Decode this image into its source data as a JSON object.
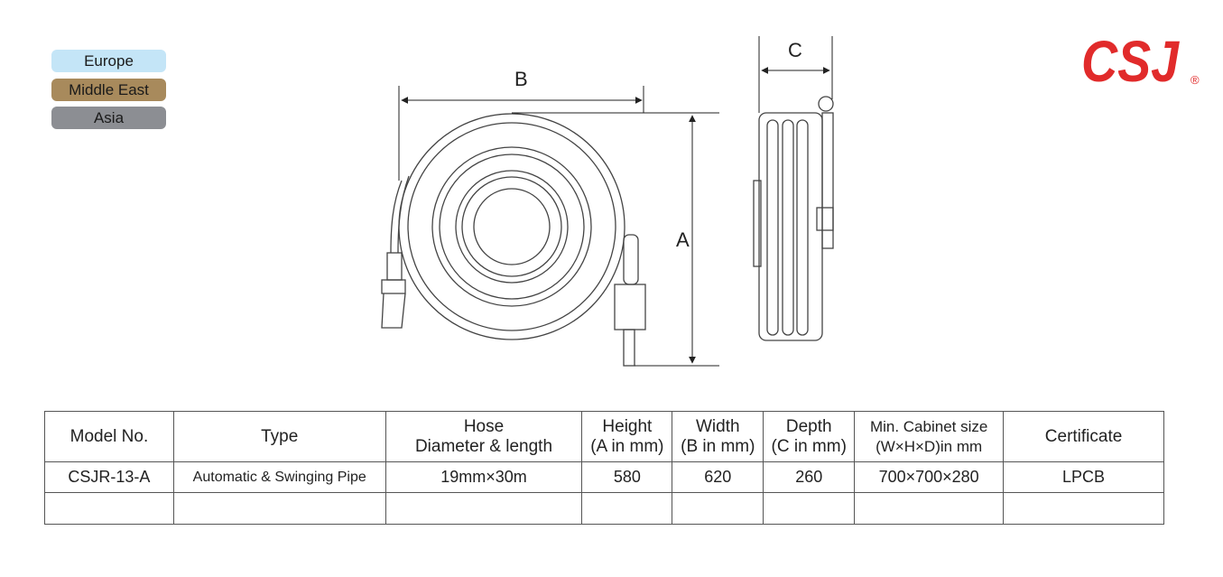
{
  "regions": [
    {
      "label": "Europe",
      "color": "#c4e5f7"
    },
    {
      "label": "Middle East",
      "color": "#a88a5c"
    },
    {
      "label": "Asia",
      "color": "#8c8e93"
    }
  ],
  "brand": {
    "logo_text": "CSJ",
    "registered": "®",
    "color": "#e12b2b"
  },
  "drawing": {
    "label_a": "A",
    "label_b": "B",
    "label_c": "C"
  },
  "table": {
    "headers": [
      {
        "line1": "Model No.",
        "line2": ""
      },
      {
        "line1": "Type",
        "line2": ""
      },
      {
        "line1": "Hose",
        "line2": "Diameter & length"
      },
      {
        "line1": "Height",
        "line2": "(A in mm)"
      },
      {
        "line1": "Width",
        "line2": "(B in mm)"
      },
      {
        "line1": "Depth",
        "line2": "(C in mm)"
      },
      {
        "line1": "Min. Cabinet size",
        "line2": "(W×H×D)in mm"
      },
      {
        "line1": "Certificate",
        "line2": ""
      }
    ],
    "rows": [
      [
        "CSJR-13-A",
        "Automatic & Swinging Pipe",
        "19mm×30m",
        "580",
        "620",
        "260",
        "700×700×280",
        "LPCB"
      ]
    ]
  }
}
